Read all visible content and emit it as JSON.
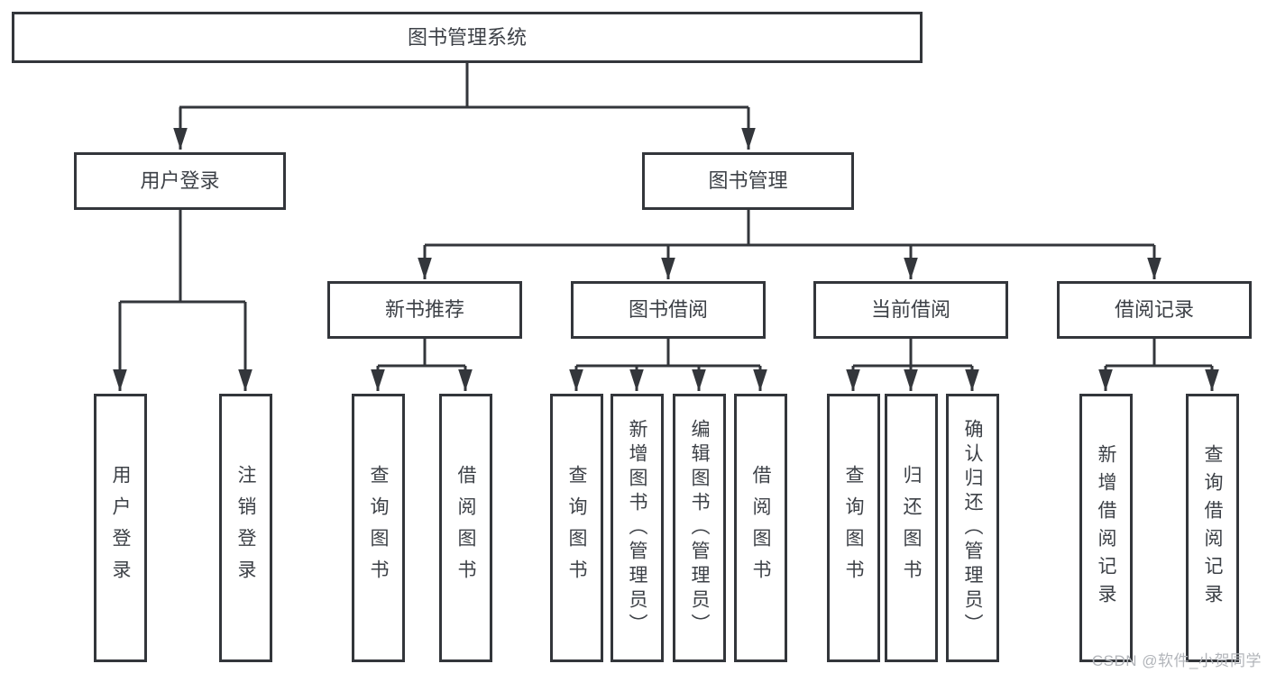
{
  "diagram": {
    "title": "图书管理系统",
    "watermark": "CSDN @软件_小贺同学",
    "colors": {
      "line": "#33363b",
      "text": "#3d4147",
      "watermark": "#b2b5ba",
      "background": "#ffffff"
    },
    "nodes": [
      {
        "id": "root",
        "label": "图书管理系统",
        "parent": null
      },
      {
        "id": "user-login-group",
        "label": "用户登录",
        "parent": "root"
      },
      {
        "id": "book-management",
        "label": "图书管理",
        "parent": "root"
      },
      {
        "id": "new-book-recommend",
        "label": "新书推荐",
        "parent": "book-management"
      },
      {
        "id": "book-borrow",
        "label": "图书借阅",
        "parent": "book-management"
      },
      {
        "id": "current-borrow",
        "label": "当前借阅",
        "parent": "book-management"
      },
      {
        "id": "borrow-records",
        "label": "借阅记录",
        "parent": "book-management"
      },
      {
        "id": "v-user-login",
        "label": "用户登录",
        "parent": "user-login-group"
      },
      {
        "id": "v-logout",
        "label": "注销登录",
        "parent": "user-login-group"
      },
      {
        "id": "v-query-book-1",
        "label": "查询图书",
        "parent": "new-book-recommend"
      },
      {
        "id": "v-borrow-book-1",
        "label": "借阅图书",
        "parent": "new-book-recommend"
      },
      {
        "id": "v-query-book-2",
        "label": "查询图书",
        "parent": "book-borrow"
      },
      {
        "id": "v-add-book",
        "label": "新增图书（管理员）",
        "parent": "book-borrow"
      },
      {
        "id": "v-edit-book",
        "label": "编辑图书（管理员）",
        "parent": "book-borrow"
      },
      {
        "id": "v-borrow-book-2",
        "label": "借阅图书",
        "parent": "book-borrow"
      },
      {
        "id": "v-query-book-3",
        "label": "查询图书",
        "parent": "current-borrow"
      },
      {
        "id": "v-return-book",
        "label": "归还图书",
        "parent": "current-borrow"
      },
      {
        "id": "v-confirm-return",
        "label": "确认归还（管理员）",
        "parent": "current-borrow"
      },
      {
        "id": "v-add-borrow-record",
        "label": "新增借阅记录",
        "parent": "borrow-records"
      },
      {
        "id": "v-query-borrow-record",
        "label": "查询借阅记录",
        "parent": "borrow-records"
      }
    ]
  }
}
